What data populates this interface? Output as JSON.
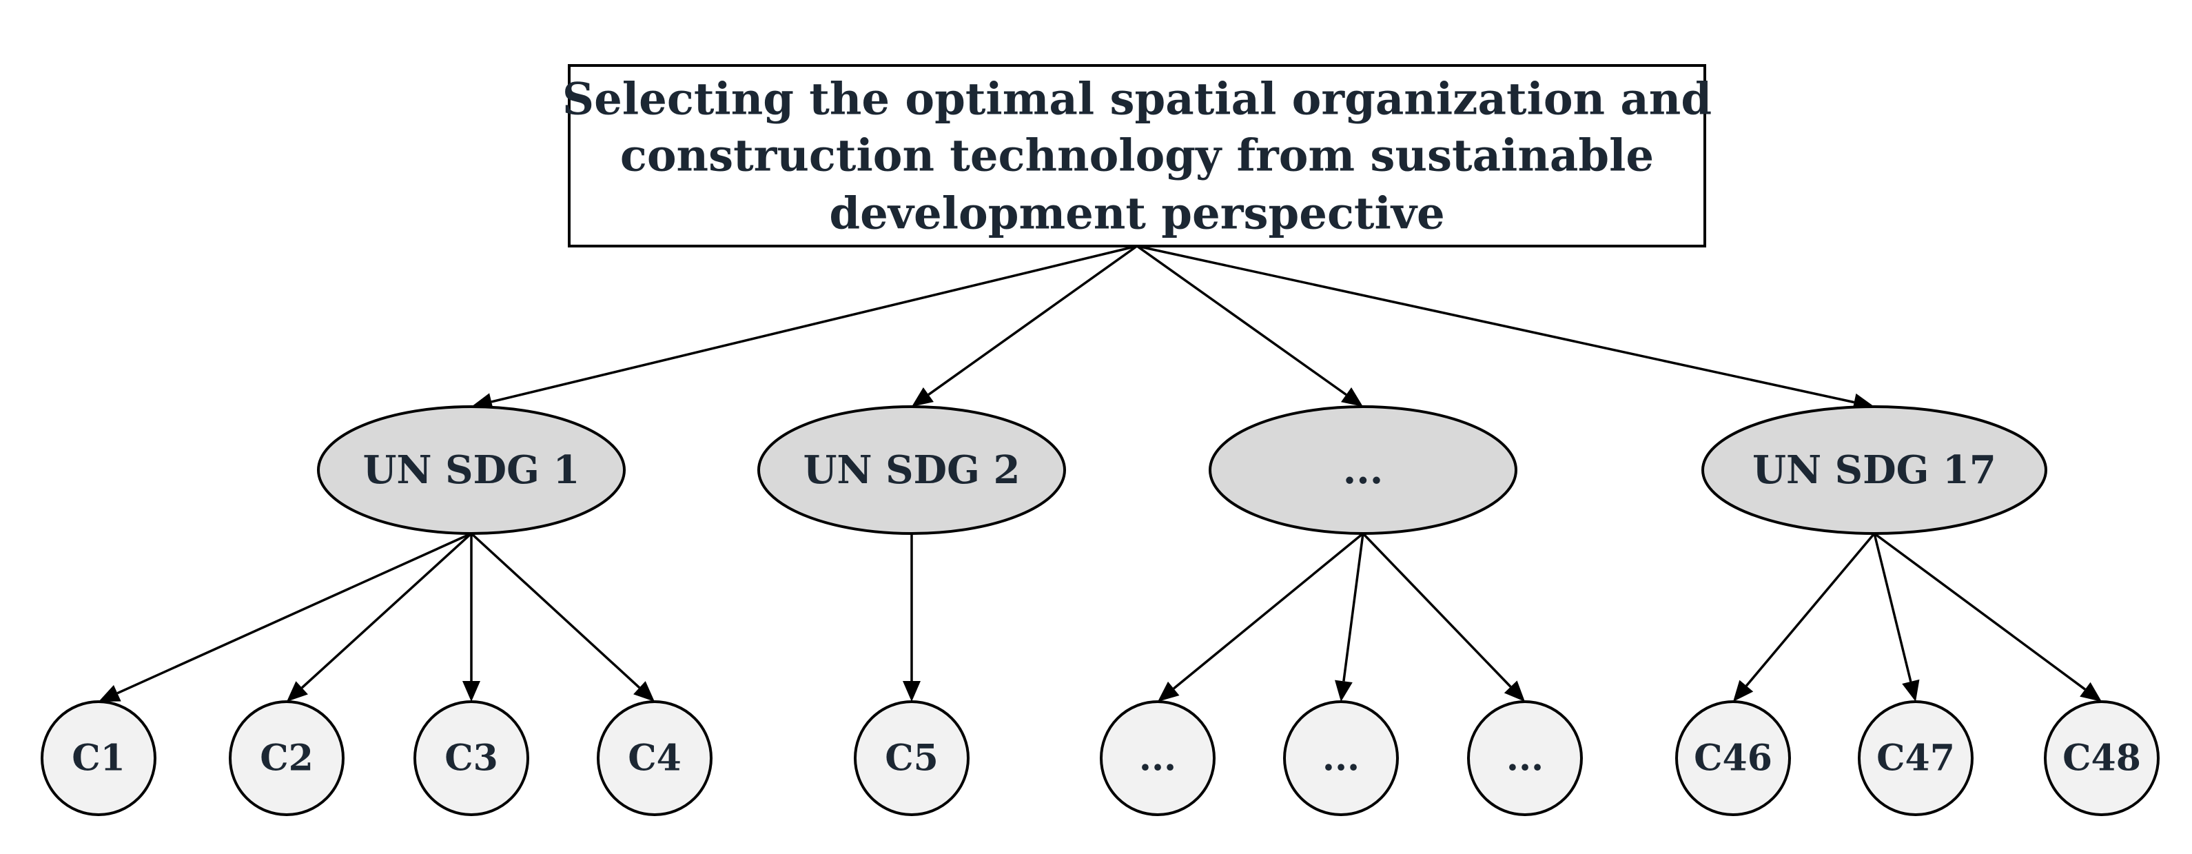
{
  "goal": {
    "lines": [
      "Selecting the optimal spatial organization and",
      "construction technology from sustainable",
      "development perspective"
    ]
  },
  "sdgs": [
    {
      "label": "UN SDG 1"
    },
    {
      "label": "UN SDG 2"
    },
    {
      "label": "..."
    },
    {
      "label": "UN SDG 17"
    }
  ],
  "criteria": [
    {
      "label": "C1"
    },
    {
      "label": "C2"
    },
    {
      "label": "C3"
    },
    {
      "label": "C4"
    },
    {
      "label": "C5"
    },
    {
      "label": "..."
    },
    {
      "label": "..."
    },
    {
      "label": "..."
    },
    {
      "label": "C46"
    },
    {
      "label": "C47"
    },
    {
      "label": "C48"
    }
  ],
  "links": {
    "goal_to_sdg": [
      0,
      1,
      2,
      3
    ],
    "sdg_to_criteria": [
      [
        0,
        1,
        2,
        3
      ],
      [
        4
      ],
      [
        5,
        6,
        7
      ],
      [
        8,
        9,
        10
      ]
    ]
  },
  "colors": {
    "sdg_fill": "#d9d9d9",
    "criterion_fill": "#f2f2f2",
    "stroke": "#000000",
    "text": "#1c2733"
  }
}
